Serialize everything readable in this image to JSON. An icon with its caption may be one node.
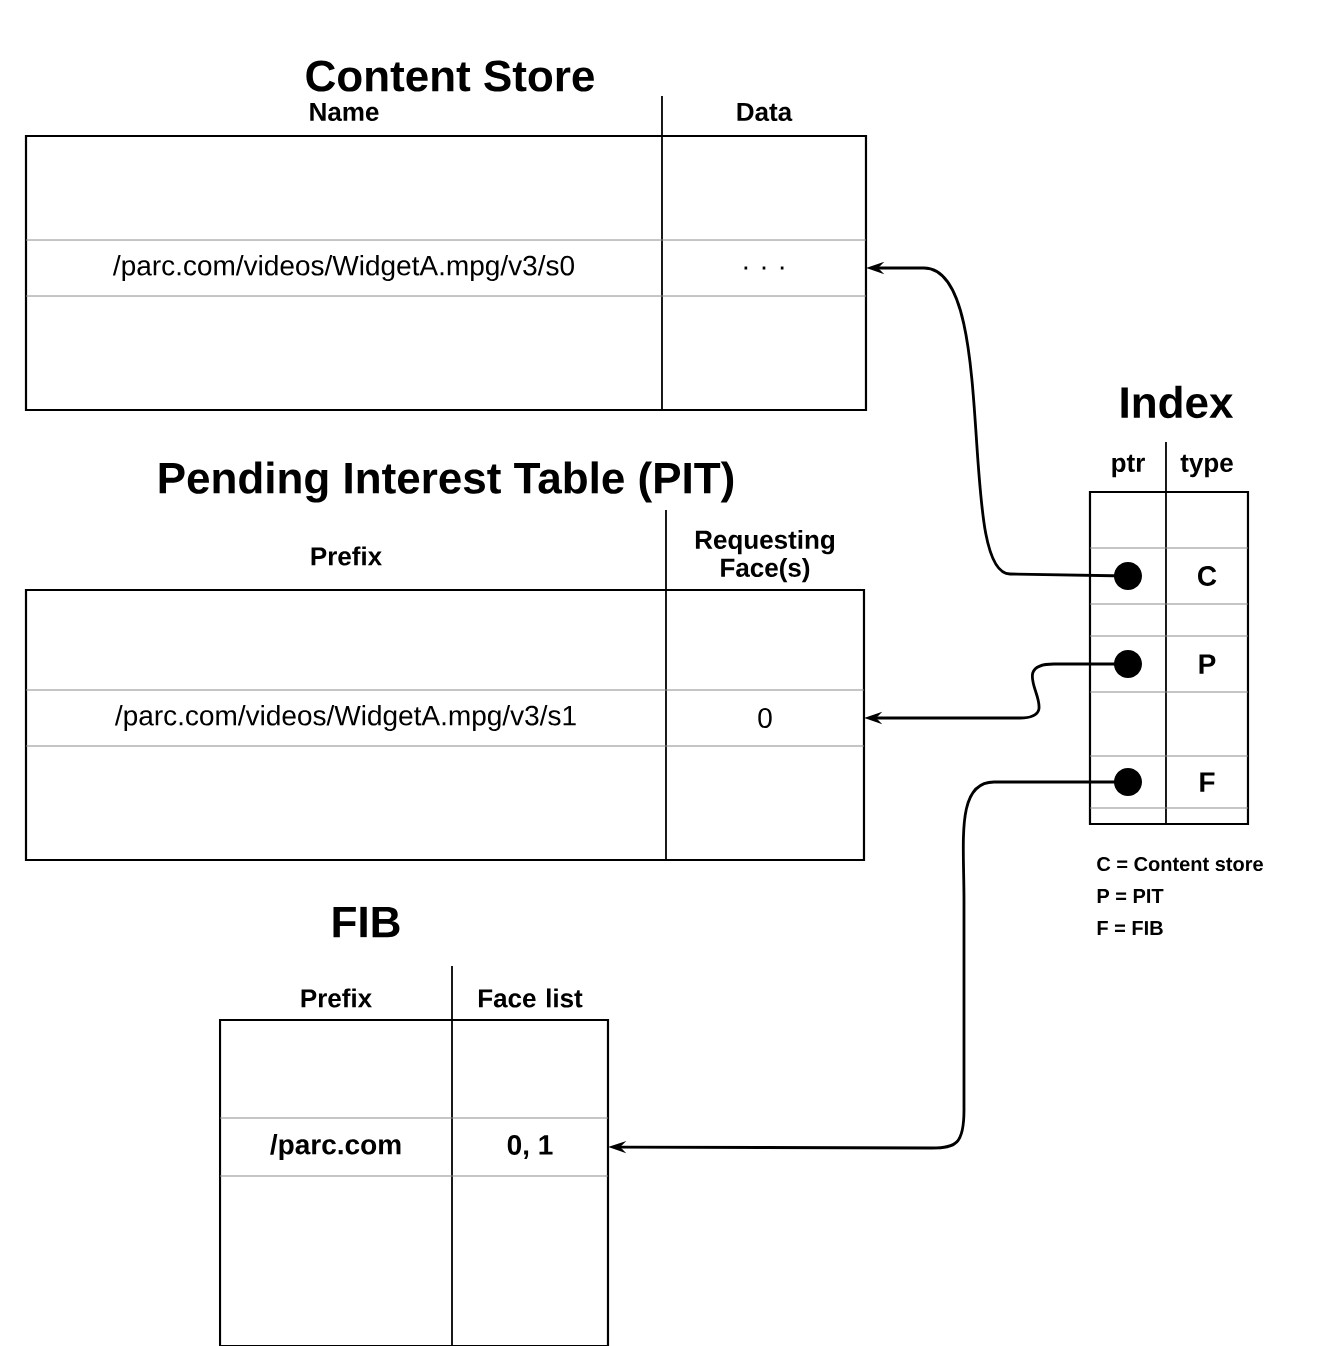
{
  "diagram": {
    "nodes": [
      {
        "text": [
          "Content Store",
          "Name",
          "Data"
        ]
      },
      {
        "text": [
          "/parc.com/videos/WidgetA.mpg/v3/s0",
          ". . ."
        ],
        "in": 0
      },
      {
        "text": [
          "Pending Interest Table (PIT)",
          "Prefix",
          "Requesting Face(s)"
        ]
      },
      {
        "text": [
          "/parc.com/videos/WidgetA.mpg/v3/s1",
          "0"
        ],
        "in": 2
      },
      {
        "text": [
          "FIB",
          "Prefix",
          "Face list"
        ]
      },
      {
        "text": [
          "/parc.com",
          "0, 1"
        ],
        "in": 4
      },
      {
        "text": [
          "Index",
          "ptr",
          "type"
        ]
      },
      {
        "text": [
          "C"
        ],
        "in": 6
      },
      {
        "text": [
          "P"
        ],
        "in": 6
      },
      {
        "text": [
          "F"
        ],
        "in": 6
      }
    ],
    "edges": [
      {
        "from": 7,
        "to": 1,
        "arrow": "to"
      },
      {
        "from": 8,
        "to": 3,
        "arrow": "to"
      },
      {
        "from": 9,
        "to": 5,
        "arrow": "to"
      }
    ],
    "labels": [
      "C = Content store",
      "P = PIT",
      "F = FIB"
    ]
  }
}
